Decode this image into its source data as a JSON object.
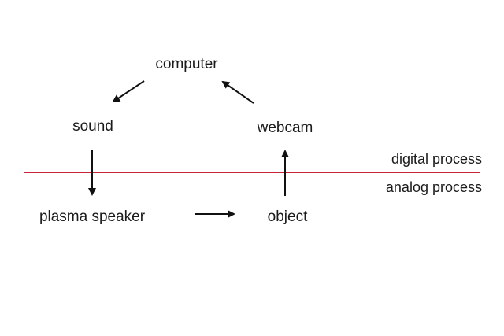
{
  "nodes": {
    "computer": "computer",
    "sound": "sound",
    "webcam": "webcam",
    "plasma_speaker": "plasma speaker",
    "object": "object"
  },
  "regions": {
    "digital": "digital process",
    "analog": "analog process"
  },
  "colors": {
    "divider": "#c8243a",
    "arrows": "#111111",
    "text": "#1a1a1a"
  },
  "edges": [
    {
      "from": "computer",
      "to": "sound"
    },
    {
      "from": "sound",
      "to": "plasma speaker"
    },
    {
      "from": "plasma speaker",
      "to": "object"
    },
    {
      "from": "object",
      "to": "webcam"
    },
    {
      "from": "webcam",
      "to": "computer"
    }
  ]
}
